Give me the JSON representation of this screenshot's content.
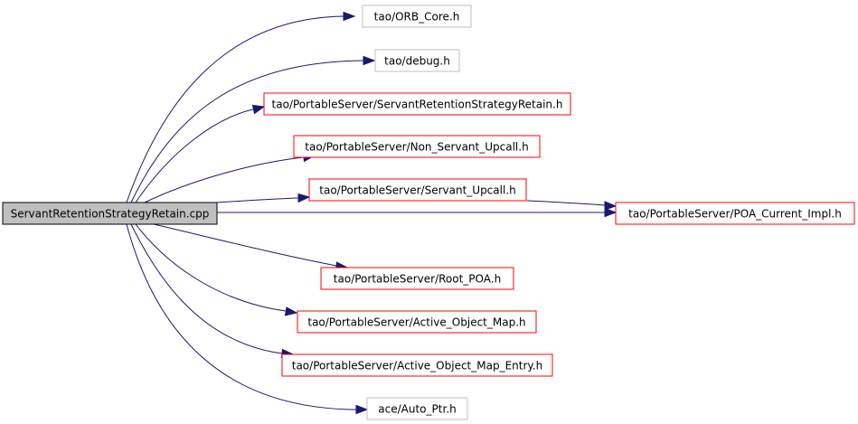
{
  "graph": {
    "root": {
      "label": "ServantRetentionStrategyRetain.cpp"
    },
    "nodes": [
      {
        "id": "orb_core",
        "label": "tao/ORB_Core.h",
        "style": "gray"
      },
      {
        "id": "debug",
        "label": "tao/debug.h",
        "style": "gray"
      },
      {
        "id": "srs_retain_h",
        "label": "tao/PortableServer/ServantRetentionStrategyRetain.h",
        "style": "red"
      },
      {
        "id": "non_servant_upcall",
        "label": "tao/PortableServer/Non_Servant_Upcall.h",
        "style": "red"
      },
      {
        "id": "servant_upcall",
        "label": "tao/PortableServer/Servant_Upcall.h",
        "style": "red"
      },
      {
        "id": "poa_current_impl",
        "label": "tao/PortableServer/POA_Current_Impl.h",
        "style": "red"
      },
      {
        "id": "root_poa",
        "label": "tao/PortableServer/Root_POA.h",
        "style": "red"
      },
      {
        "id": "active_object_map",
        "label": "tao/PortableServer/Active_Object_Map.h",
        "style": "red"
      },
      {
        "id": "active_object_map_entry",
        "label": "tao/PortableServer/Active_Object_Map_Entry.h",
        "style": "red"
      },
      {
        "id": "auto_ptr",
        "label": "ace/Auto_Ptr.h",
        "style": "gray"
      }
    ],
    "edges": [
      {
        "from": "root",
        "to": "orb_core"
      },
      {
        "from": "root",
        "to": "debug"
      },
      {
        "from": "root",
        "to": "srs_retain_h"
      },
      {
        "from": "root",
        "to": "non_servant_upcall"
      },
      {
        "from": "root",
        "to": "servant_upcall"
      },
      {
        "from": "root",
        "to": "poa_current_impl"
      },
      {
        "from": "servant_upcall",
        "to": "poa_current_impl"
      },
      {
        "from": "root",
        "to": "root_poa"
      },
      {
        "from": "root",
        "to": "active_object_map"
      },
      {
        "from": "root",
        "to": "active_object_map_entry"
      },
      {
        "from": "root",
        "to": "auto_ptr"
      }
    ]
  },
  "colors": {
    "edge": "#191970",
    "root_fill": "#bfbfbf",
    "root_border": "#000000",
    "red_border": "#ff0000",
    "gray_border": "#bfbfbf",
    "text": "#000000"
  }
}
